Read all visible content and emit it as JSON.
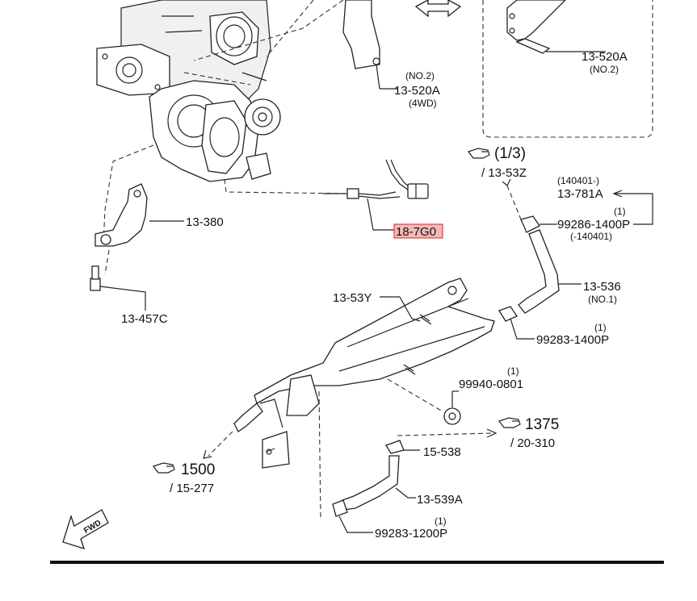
{
  "labels": {
    "l_13_520a_no2_left": {
      "no": "(NO.2)",
      "part": "13-520A",
      "note": "(4WD)"
    },
    "l_13_520a_right": {
      "part": "13-520A",
      "no": "(NO.2)"
    },
    "l_13_380": "13-380",
    "l_13_457c": "13-457C",
    "l_18_7g0": "18-7G0",
    "l_ref_1_3": {
      "main": "(1/3)",
      "sub": "/ 13-53Z"
    },
    "l_13_781a": {
      "date": "(140401-)",
      "part": "13-781A"
    },
    "l_99286": {
      "qty": "(1)",
      "part": "99286-1400P",
      "date": "(-140401)"
    },
    "l_13_536": {
      "part": "13-536",
      "no": "(NO.1)"
    },
    "l_13_53y": "13-53Y",
    "l_99283_1400": {
      "qty": "(1)",
      "part": "99283-1400P"
    },
    "l_99940": {
      "qty": "(1)",
      "part": "99940-0801"
    },
    "l_ref_1375": {
      "main": "1375",
      "sub": "/ 20-310"
    },
    "l_15_538": "15-538",
    "l_ref_1500": {
      "main": "1500",
      "sub": "/ 15-277"
    },
    "l_13_539a": "13-539A",
    "l_99283_1200": {
      "qty": "(1)",
      "part": "99283-1200P"
    },
    "fwd": "FWD"
  },
  "colors": {
    "line": "#222222",
    "highlight_fill": "#f4b8b8",
    "highlight_border": "#e24040",
    "background": "#ffffff"
  },
  "icons": [
    "hand-pointer-icon",
    "fwd-arrow-icon",
    "double-arrow-icon"
  ]
}
